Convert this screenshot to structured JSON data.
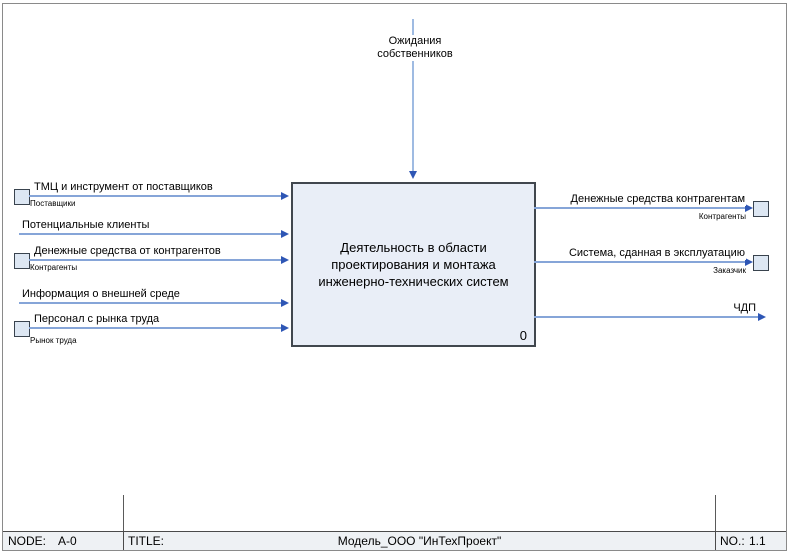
{
  "frame": {
    "node_label": "NODE:",
    "node_value": "A-0",
    "title_label": "TITLE:",
    "title_value": "Модель_ООО \"ИнТехПроект\"",
    "number_label": "NO.:",
    "number_value": "1.1"
  },
  "activity": {
    "name": "Деятельность в области проектирования и монтажа инженерно-технических систем",
    "number": "0"
  },
  "control": {
    "label": "Ожидания собственников"
  },
  "inputs": [
    {
      "label": "ТМЦ и инструмент от поставщиков",
      "entity": "Поставщики"
    },
    {
      "label": "Потенциальные клиенты",
      "entity": ""
    },
    {
      "label": "Денежные средства от контрагентов",
      "entity": "Контрагенты"
    },
    {
      "label": "Информация о внешней среде",
      "entity": ""
    },
    {
      "label": "Персонал с рынка труда",
      "entity": "Рынок труда"
    }
  ],
  "outputs": [
    {
      "label": "Денежные средства контрагентам",
      "entity": "Контрагенты"
    },
    {
      "label": "Система, сданная в эксплуатацию",
      "entity": "Заказчик"
    },
    {
      "label": "ЧДП",
      "entity": ""
    }
  ],
  "colors": {
    "arrow_shaft": "#86a5d8",
    "arrow_head": "#2e56b5",
    "activity_fill": "#e9eef7",
    "activity_border": "#41474e",
    "entity_fill": "#dde7f3",
    "caption_fill": "#eef1f4"
  }
}
